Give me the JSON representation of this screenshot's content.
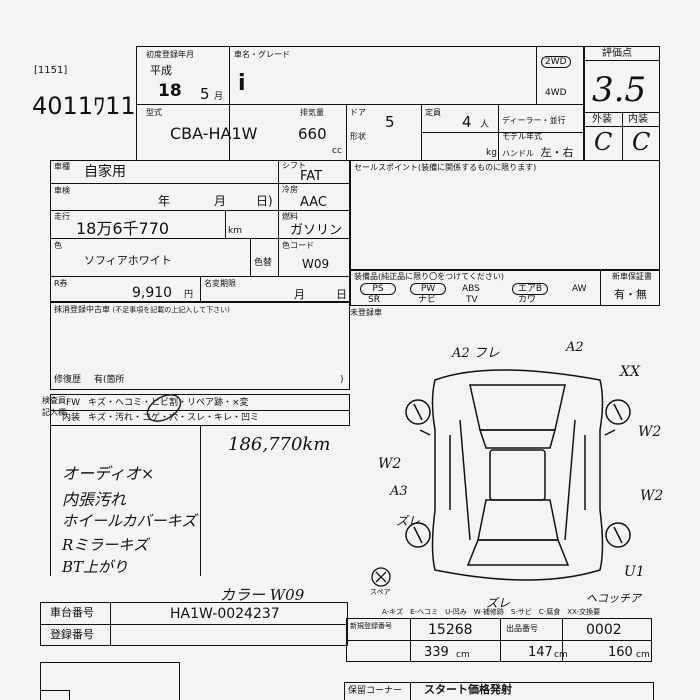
{
  "header": {
    "code": "[1151]",
    "handwritten_id": "4011ﾜ11"
  },
  "first_reg": {
    "label": "初度登録年月",
    "era": "平成",
    "year": "18",
    "month": "5",
    "month_unit": "月"
  },
  "model_name": {
    "label": "車名・グレード",
    "value": "i"
  },
  "drive": {
    "opt1": "2WD",
    "opt2": "4WD"
  },
  "grade": {
    "label": "評価点",
    "value": "3.5"
  },
  "model_code": {
    "label": "型式",
    "value": "CBA-HA1W"
  },
  "displacement": {
    "label": "排気量",
    "value": "660",
    "unit": "cc"
  },
  "doors": {
    "label": "ドア",
    "value": "5"
  },
  "capacity": {
    "label": "定員",
    "value": "4",
    "unit": "人"
  },
  "dealer": {
    "label": "ディーラー・並行"
  },
  "model_year": {
    "label": "モデル年式"
  },
  "handle": {
    "label": "ハンドル",
    "value": "左・右"
  },
  "shape": {
    "label": "形状"
  },
  "loading": {
    "unit": "kg"
  },
  "ext_int": {
    "ext_label": "外装",
    "int_label": "内装",
    "ext_value": "C",
    "int_value": "C"
  },
  "usage": {
    "label": "車種",
    "value": "自家用"
  },
  "inspection": {
    "label": "車検",
    "year_label": "年",
    "month_label": "月",
    "day_label": "日)"
  },
  "mileage": {
    "label": "走行",
    "value": "18万6千770",
    "unit": "km"
  },
  "color": {
    "label": "色",
    "value": "ソフィアホワイト",
    "change_label": "色替"
  },
  "recycle": {
    "label": "R券",
    "value": "9,910",
    "unit": "円",
    "memo_label": "名変期限",
    "month_label": "月",
    "day_label": "日"
  },
  "right_specs": {
    "shift_label": "シフト",
    "shift_value": "FAT",
    "ac_label": "冷房",
    "ac_value": "AAC",
    "fuel_label": "燃料",
    "fuel_value": "ガソリン",
    "color_code_label": "色コード",
    "color_code_value": "W09"
  },
  "sales_point": {
    "label": "セールスポイント(装備に関係するものに限ります)"
  },
  "equipment": {
    "label": "装備品(純正品に限り〇をつけてください)",
    "new_label": "新車保証書",
    "items": [
      "PS",
      "PW",
      "ABS",
      "エアB",
      "AW"
    ],
    "items2": [
      "SR",
      "ナビ",
      "TV",
      "カワ"
    ],
    "warranty": "有・無"
  },
  "unregistered_note": {
    "label": "未登録車",
    "sub": "抹消登録中古車",
    "sub2": "(不足事項を記載の上記入して下さい)"
  },
  "repair": {
    "label": "修復歴",
    "value": "有(箇所",
    "close": ")"
  },
  "inspector_notes": {
    "label1": "検査員",
    "label2": "記入欄",
    "line1_label": "FW",
    "line1": "キズ・ヘコミ・ヒビ割・リペア跡・×変",
    "line2_label": "内装",
    "line2": "キズ・汚れ・コゲ・穴・スレ・キレ・凹ミ"
  },
  "handwritten": {
    "km_note": "186,770km",
    "notes": [
      "オーディオ×",
      "内張汚れ",
      "ホイールカバーキズ",
      "Rミラーキズ",
      "BT上がり"
    ],
    "color_note": "カラー W09"
  },
  "diagram_marks": {
    "top1": "A2 フレ",
    "top2": "A2",
    "xx": "XX",
    "w2a": "W2",
    "w2b": "W2",
    "w2c": "W2",
    "a3": "A3",
    "zure1": "ズレ",
    "zure2": "ズレ",
    "u1": "U1",
    "scratch": "ヘコッチア"
  },
  "spare": {
    "label": "スペア"
  },
  "legend": "A-キズ　E-ヘコミ　U-凹み　W-補修跡　S-サビ　C-腐食　XX-交換要",
  "lot": {
    "chassis_label": "車台番号",
    "chassis_value": "HA1W-0024237",
    "reg_label": "登録番号"
  },
  "bottom_right": {
    "new_reg_label": "新規登録番号",
    "new_reg_value": "15268",
    "dealer_label": "出品番号",
    "dealer_value": "0002",
    "dim1": "339",
    "dim1_unit": "cm",
    "dim2": "147",
    "dim2_unit": "cm",
    "dim3": "160",
    "dim3_unit": "cm"
  },
  "start_price": {
    "label": "保留コーナー",
    "value": "スタート価格発射"
  }
}
